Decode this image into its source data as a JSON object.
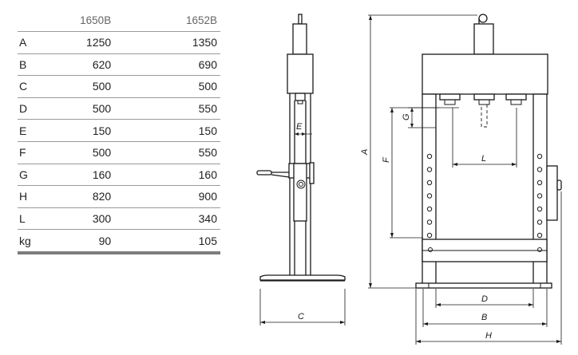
{
  "table": {
    "columns": [
      "1650B",
      "1652B"
    ],
    "rows": [
      {
        "label": "A",
        "v1": "1250",
        "v2": "1350"
      },
      {
        "label": "B",
        "v1": "620",
        "v2": "690"
      },
      {
        "label": "C",
        "v1": "500",
        "v2": "500"
      },
      {
        "label": "D",
        "v1": "500",
        "v2": "550"
      },
      {
        "label": "E",
        "v1": "150",
        "v2": "150"
      },
      {
        "label": "F",
        "v1": "500",
        "v2": "550"
      },
      {
        "label": "G",
        "v1": "160",
        "v2": "160"
      },
      {
        "label": "H",
        "v1": "820",
        "v2": "900"
      },
      {
        "label": "L",
        "v1": "300",
        "v2": "340"
      },
      {
        "label": "kg",
        "v1": "90",
        "v2": "105"
      }
    ]
  },
  "dims": {
    "a": "A",
    "b": "B",
    "c": "C",
    "d": "D",
    "e": "E",
    "f": "F",
    "g": "G",
    "h": "H",
    "l": "L"
  }
}
